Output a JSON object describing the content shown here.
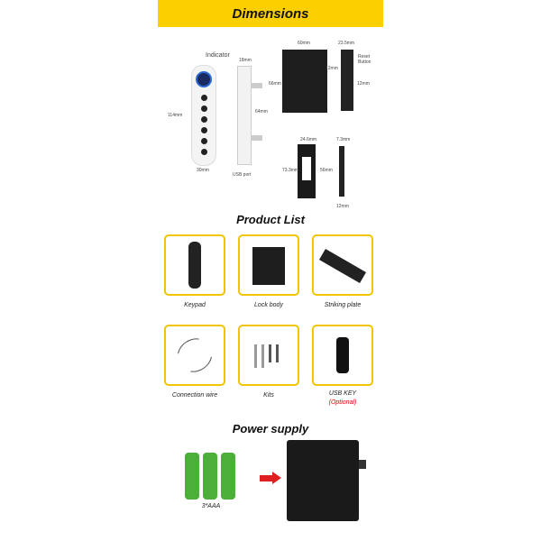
{
  "dimensions": {
    "title": "Dimensions",
    "labels": {
      "indicator": "Indicator",
      "height": "114mm",
      "width": "30mm",
      "depth": "18mm",
      "span": "64mm",
      "usb": "USB port",
      "body_w": "60mm",
      "body_h": "66mm",
      "bolt": "12mm",
      "side_d": "23.5mm",
      "reset": "Reset Button",
      "side_bolt": "12mm",
      "plate_w": "24.6mm",
      "plate_h": "73.3mm",
      "plate_in": "56mm",
      "plate_d": "7.3mm",
      "plate_t": "12mm"
    }
  },
  "product_list": {
    "title": "Product List",
    "items": [
      {
        "label": "Keypad"
      },
      {
        "label": "Lock body"
      },
      {
        "label": "Striking plate"
      },
      {
        "label": "Connection wire"
      },
      {
        "label": "Kits"
      },
      {
        "label": "USB KEY",
        "note": "(Optional)"
      }
    ]
  },
  "power": {
    "title": "Power supply",
    "battery_label": "3*AAA"
  },
  "colors": {
    "accent": "#fcd000",
    "box_border": "#f2c500",
    "arrow": "#e02020",
    "battery": "#4caf3a"
  }
}
